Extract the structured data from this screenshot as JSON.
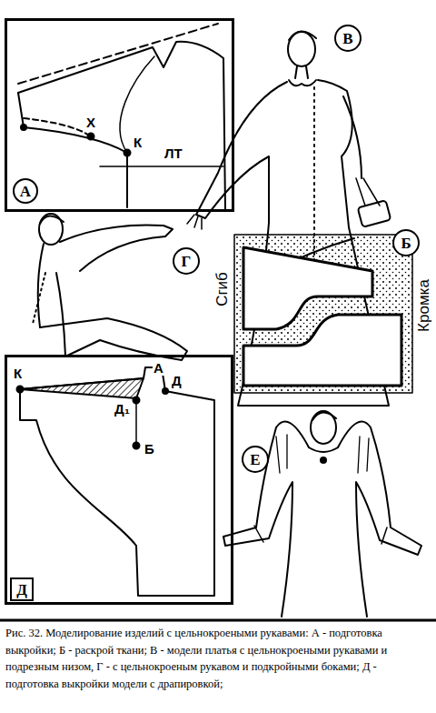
{
  "diagram": {
    "caption": "Рис. 32. Моделирование изделий с цельнокроеными рукавами: А - подготовка выкройки; Б - раскрой ткани; В - модели платья с цельнокроеными рукавами и подрезным низом, Г - с цельнокроеным рукавом и подкройными боками; Д - подготовка выкройки модели с драпировкой;",
    "nodes": [
      {
        "text": [
          "Х",
          "К",
          "ЛТ"
        ]
      },
      {
        "text": [
          "А"
        ],
        "in": 0
      },
      {
        "text": [
          "В"
        ]
      },
      {
        "text": [
          "Г"
        ]
      },
      {
        "text": [
          "Б"
        ]
      },
      {
        "text": [
          "К",
          "А",
          "Д",
          "Д₁",
          "Б"
        ]
      },
      {
        "text": [
          "Д"
        ],
        "in": 5
      },
      {
        "text": [
          "Е"
        ]
      }
    ],
    "labels": [
      "Сгиб",
      "Кромка"
    ]
  }
}
